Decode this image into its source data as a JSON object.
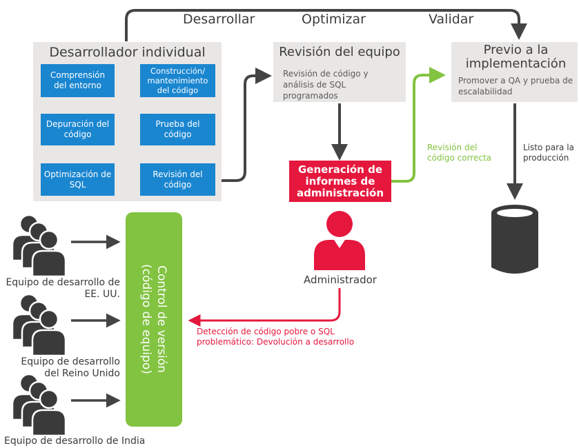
{
  "phases": [
    "Desarrollar",
    "Optimizar",
    "Validar"
  ],
  "individual": {
    "title": "Desarrollador individual",
    "steps": [
      "Comprensión del entorno",
      "Construcción/ mantenimiento del código",
      "Prueba del código",
      "Depuración del código",
      "Optimización de SQL",
      "Revisión del código"
    ]
  },
  "team_review": {
    "title": "Revisión del equipo",
    "desc": "Revisión de código y análisis de SQL programados"
  },
  "pre_impl": {
    "title": "Previo a la implementación",
    "desc": "Promover a QA y prueba de escalabilidad"
  },
  "report": "Generación de informes de administración",
  "admin_label": "Administrador",
  "review_ok": "Revisión del código correcta",
  "ready": "Listo para la producción",
  "version_control": [
    "Control de versión",
    "(código de equipo)"
  ],
  "feedback": "Detección de código pobre o SQL problemático: Devolución a desarrollo",
  "teams": [
    "Equipo de desarrollo de EE. UU.",
    "Equipo de desarrollo del Reino Unido",
    "Equipo de desarrollo de India"
  ],
  "colors": {
    "blue": "#1b86d0",
    "red": "#e5173d",
    "green": "#82c341",
    "dark": "#444444",
    "panel": "#e9e7e5"
  }
}
